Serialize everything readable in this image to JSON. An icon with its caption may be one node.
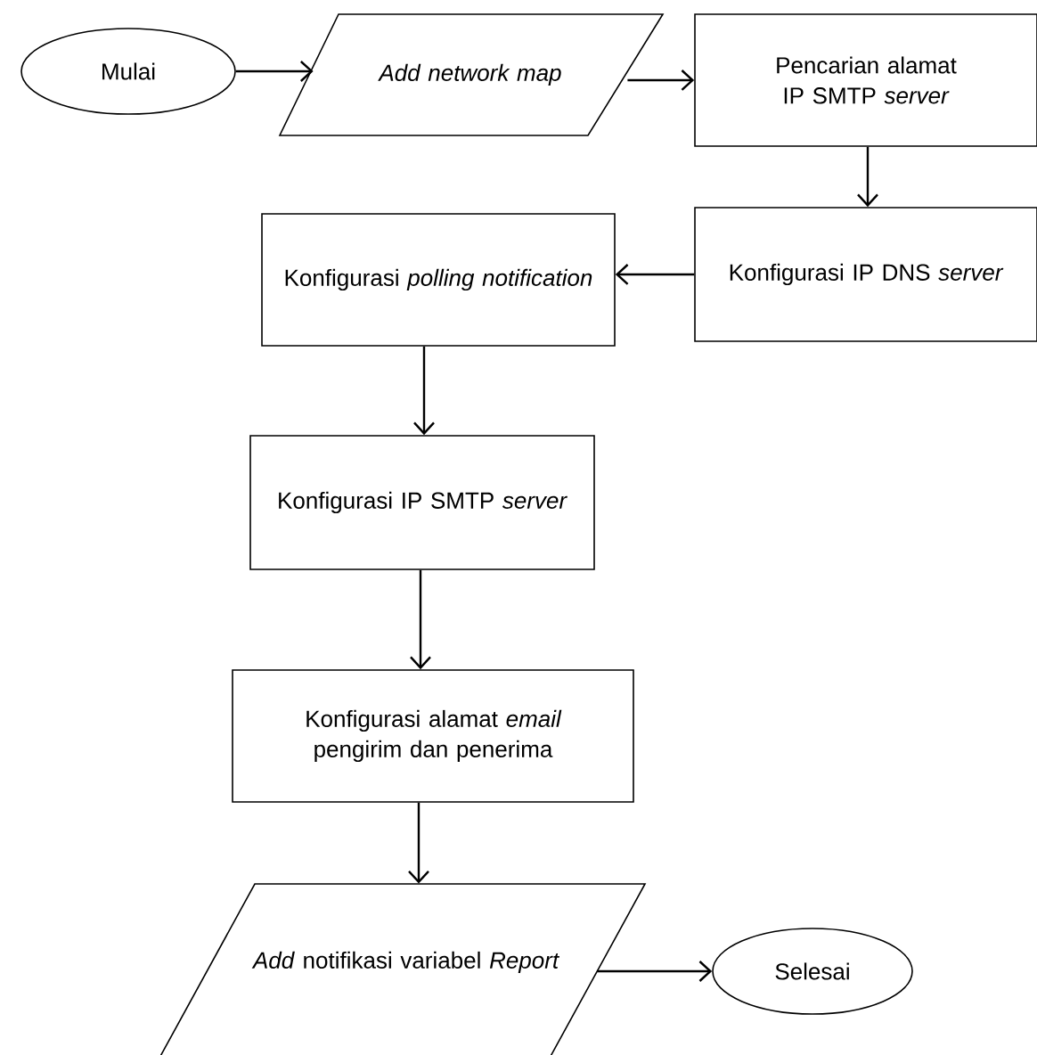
{
  "diagram": {
    "nodes": [
      {
        "text": [
          "Mulai"
        ]
      },
      {
        "text": [
          "Add network map"
        ]
      },
      {
        "text": [
          "Pencarian alamat IP SMTP *server*"
        ]
      },
      {
        "text": [
          "Konfigurasi IP DNS *server*"
        ]
      },
      {
        "text": [
          "Konfigurasi *polling notification*"
        ]
      },
      {
        "text": [
          "Konfigurasi IP SMTP *server*"
        ]
      },
      {
        "text": [
          "Konfigurasi alamat *email* pengirim dan penerima"
        ]
      },
      {
        "text": [
          "*Add* notifikasi variabel *Report*"
        ]
      },
      {
        "text": [
          "Selesai"
        ]
      }
    ],
    "edges": [
      {
        "from": 0,
        "to": 1,
        "arrow": "to"
      },
      {
        "from": 1,
        "to": 2,
        "arrow": "to"
      },
      {
        "from": 2,
        "to": 3,
        "arrow": "to"
      },
      {
        "from": 3,
        "to": 4,
        "arrow": "to"
      },
      {
        "from": 4,
        "to": 5,
        "arrow": "to"
      },
      {
        "from": 5,
        "to": 6,
        "arrow": "to"
      },
      {
        "from": 6,
        "to": 7,
        "arrow": "to"
      },
      {
        "from": 7,
        "to": 8,
        "arrow": "to"
      }
    ]
  }
}
